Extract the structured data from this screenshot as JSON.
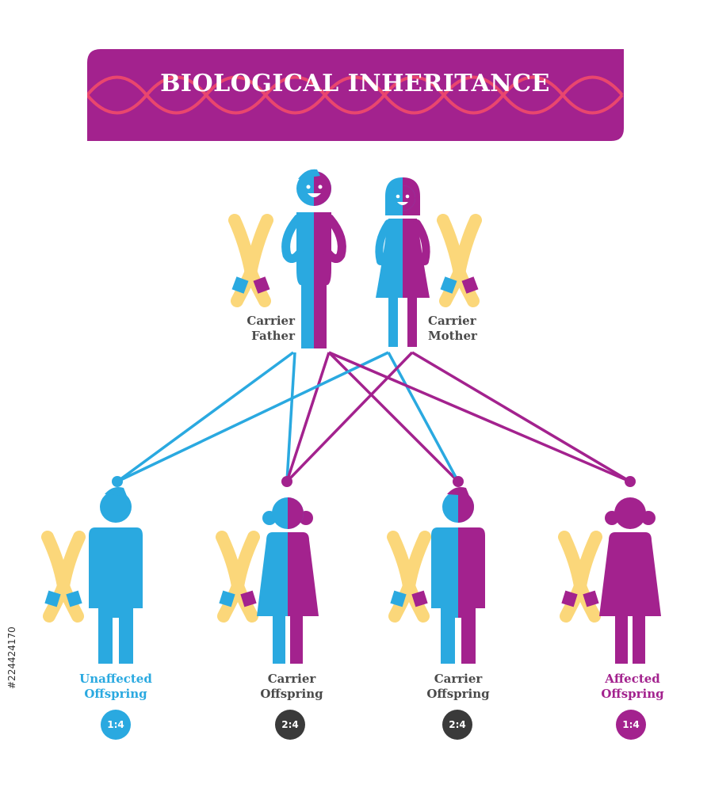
{
  "title": "BIOLOGICAL INHERITANCE",
  "parents": [
    {
      "line1": "Carrier",
      "line2": "Father"
    },
    {
      "line1": "Carrier",
      "line2": "Mother"
    }
  ],
  "offspring": [
    {
      "line1": "Unaffected",
      "line2": "Offspring",
      "ratio": "1:4",
      "color": "#2aa9e0"
    },
    {
      "line1": "Carrier",
      "line2": "Offspring",
      "ratio": "2:4",
      "color": "#3a3a3a"
    },
    {
      "line1": "Carrier",
      "line2": "Offspring",
      "ratio": "2:4",
      "color": "#3a3a3a"
    },
    {
      "line1": "Affected",
      "line2": "Offspring",
      "ratio": "1:4",
      "color": "#a3228e"
    }
  ],
  "colors": {
    "blue": "#2aa9e0",
    "purple": "#a3228e",
    "yellow": "#fbd77a",
    "banner": "#a3228e",
    "dna": "#e9466e"
  },
  "watermark": "#224424170"
}
